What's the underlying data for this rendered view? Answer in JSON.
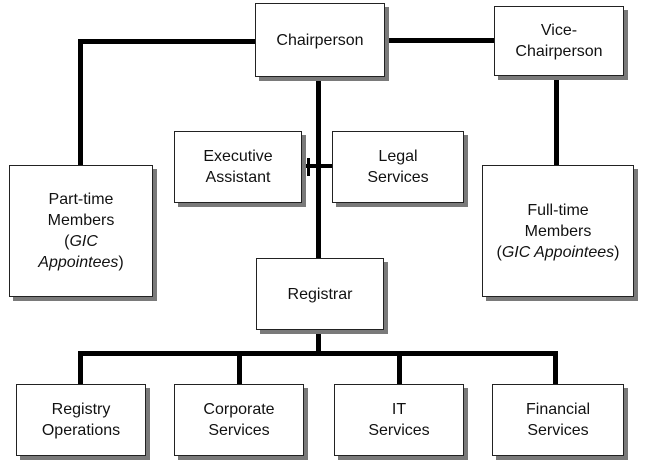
{
  "nodes": {
    "chairperson": {
      "lines": [
        "Chairperson"
      ]
    },
    "vice_chairperson": {
      "lines": [
        "Vice-",
        "Chairperson"
      ]
    },
    "executive_assistant": {
      "lines": [
        "Executive",
        "Assistant"
      ]
    },
    "legal_services": {
      "lines": [
        "Legal",
        "Services"
      ]
    },
    "part_time_members": {
      "lines": [
        "Part-time",
        "Members"
      ],
      "paren_open": "(",
      "paren_italic": "GIC",
      "appointees_italic": "Appointees",
      "paren_close": ")"
    },
    "full_time_members": {
      "lines": [
        "Full-time",
        "Members"
      ],
      "paren_open": "(",
      "paren_italic": "GIC Appointees",
      "paren_close": ")"
    },
    "registrar": {
      "lines": [
        "Registrar"
      ]
    },
    "registry_operations": {
      "lines": [
        "Registry",
        "Operations"
      ]
    },
    "corporate_services": {
      "lines": [
        "Corporate",
        "Services"
      ]
    },
    "it_services": {
      "lines": [
        "IT",
        "Services"
      ]
    },
    "financial_services": {
      "lines": [
        "Financial",
        "Services"
      ]
    }
  }
}
